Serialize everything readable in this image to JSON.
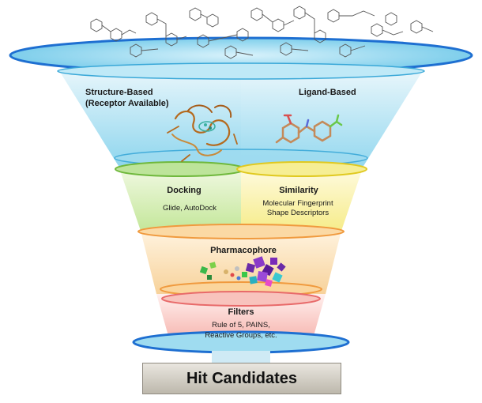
{
  "funnel": {
    "top_left": {
      "title_line1": "Structure-Based",
      "title_line2": "(Receptor Available)"
    },
    "top_right": {
      "title": "Ligand-Based"
    },
    "docking": {
      "title": "Docking",
      "detail": "Glide, AutoDock"
    },
    "similarity": {
      "title": "Similarity",
      "detail_line1": "Molecular Fingerprint",
      "detail_line2": "Shape Descriptors"
    },
    "pharmacophore": {
      "title": "Pharmacophore"
    },
    "filters": {
      "title": "Filters",
      "detail_line1": "Rule of 5, PAINS,",
      "detail_line2": "Reactive Groups, etc."
    },
    "result": {
      "label": "Hit Candidates"
    }
  },
  "colors": {
    "rim_blue": "#1e6fd1",
    "stage_blue": "#7fd4ee",
    "stage_green": "#7ec84a",
    "stage_yellow": "#f0e24a",
    "stage_orange": "#f2a24a",
    "stage_pink": "#f07a7a"
  }
}
